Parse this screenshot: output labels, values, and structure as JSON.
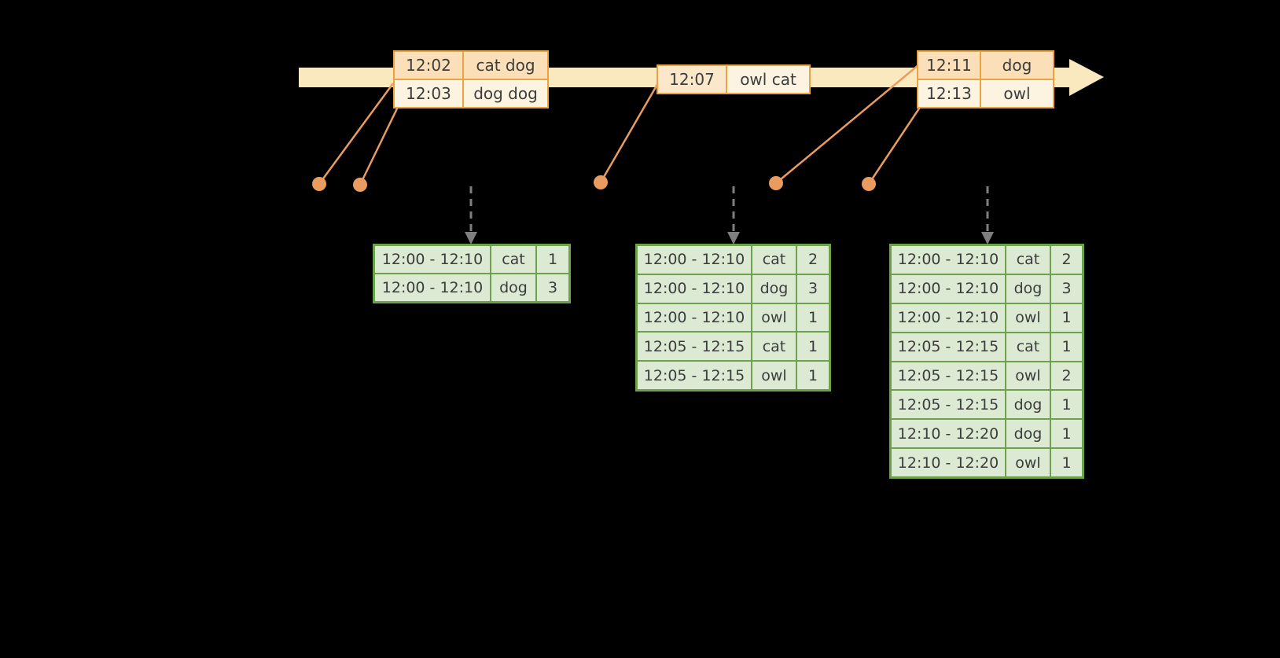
{
  "palette": {
    "bg": "#000000",
    "timeline": "#FAE8BE",
    "event-border": "#EAA43F",
    "event-row-a": "#FBDFB9",
    "event-row-b": "#FDF3E1",
    "event-row-c": "#FBE8CA",
    "event-text": "#3D3D3D",
    "connector": "#E99B60",
    "trigger": "#7F7F7F",
    "table-border": "#6CA24C",
    "table-cell": "#DCEAD4",
    "table-text": "#3C3C3C"
  },
  "events": [
    {
      "rows": [
        {
          "time": "12:02",
          "words": "cat dog"
        },
        {
          "time": "12:03",
          "words": "dog dog"
        }
      ]
    },
    {
      "rows": [
        {
          "time": "12:07",
          "words": "owl cat"
        }
      ]
    },
    {
      "rows": [
        {
          "time": "12:11",
          "words": "dog"
        },
        {
          "time": "12:13",
          "words": "owl"
        }
      ]
    }
  ],
  "result_tables": [
    {
      "rows": [
        [
          "12:00 - 12:10",
          "cat",
          "1"
        ],
        [
          "12:00 - 12:10",
          "dog",
          "3"
        ]
      ]
    },
    {
      "rows": [
        [
          "12:00 - 12:10",
          "cat",
          "2"
        ],
        [
          "12:00 - 12:10",
          "dog",
          "3"
        ],
        [
          "12:00 - 12:10",
          "owl",
          "1"
        ],
        [
          "12:05 - 12:15",
          "cat",
          "1"
        ],
        [
          "12:05 - 12:15",
          "owl",
          "1"
        ]
      ]
    },
    {
      "rows": [
        [
          "12:00 - 12:10",
          "cat",
          "2"
        ],
        [
          "12:00 - 12:10",
          "dog",
          "3"
        ],
        [
          "12:00 - 12:10",
          "owl",
          "1"
        ],
        [
          "12:05 - 12:15",
          "cat",
          "1"
        ],
        [
          "12:05 - 12:15",
          "owl",
          "2"
        ],
        [
          "12:05 - 12:15",
          "dog",
          "1"
        ],
        [
          "12:10 - 12:20",
          "dog",
          "1"
        ],
        [
          "12:10 - 12:20",
          "owl",
          "1"
        ]
      ]
    }
  ]
}
